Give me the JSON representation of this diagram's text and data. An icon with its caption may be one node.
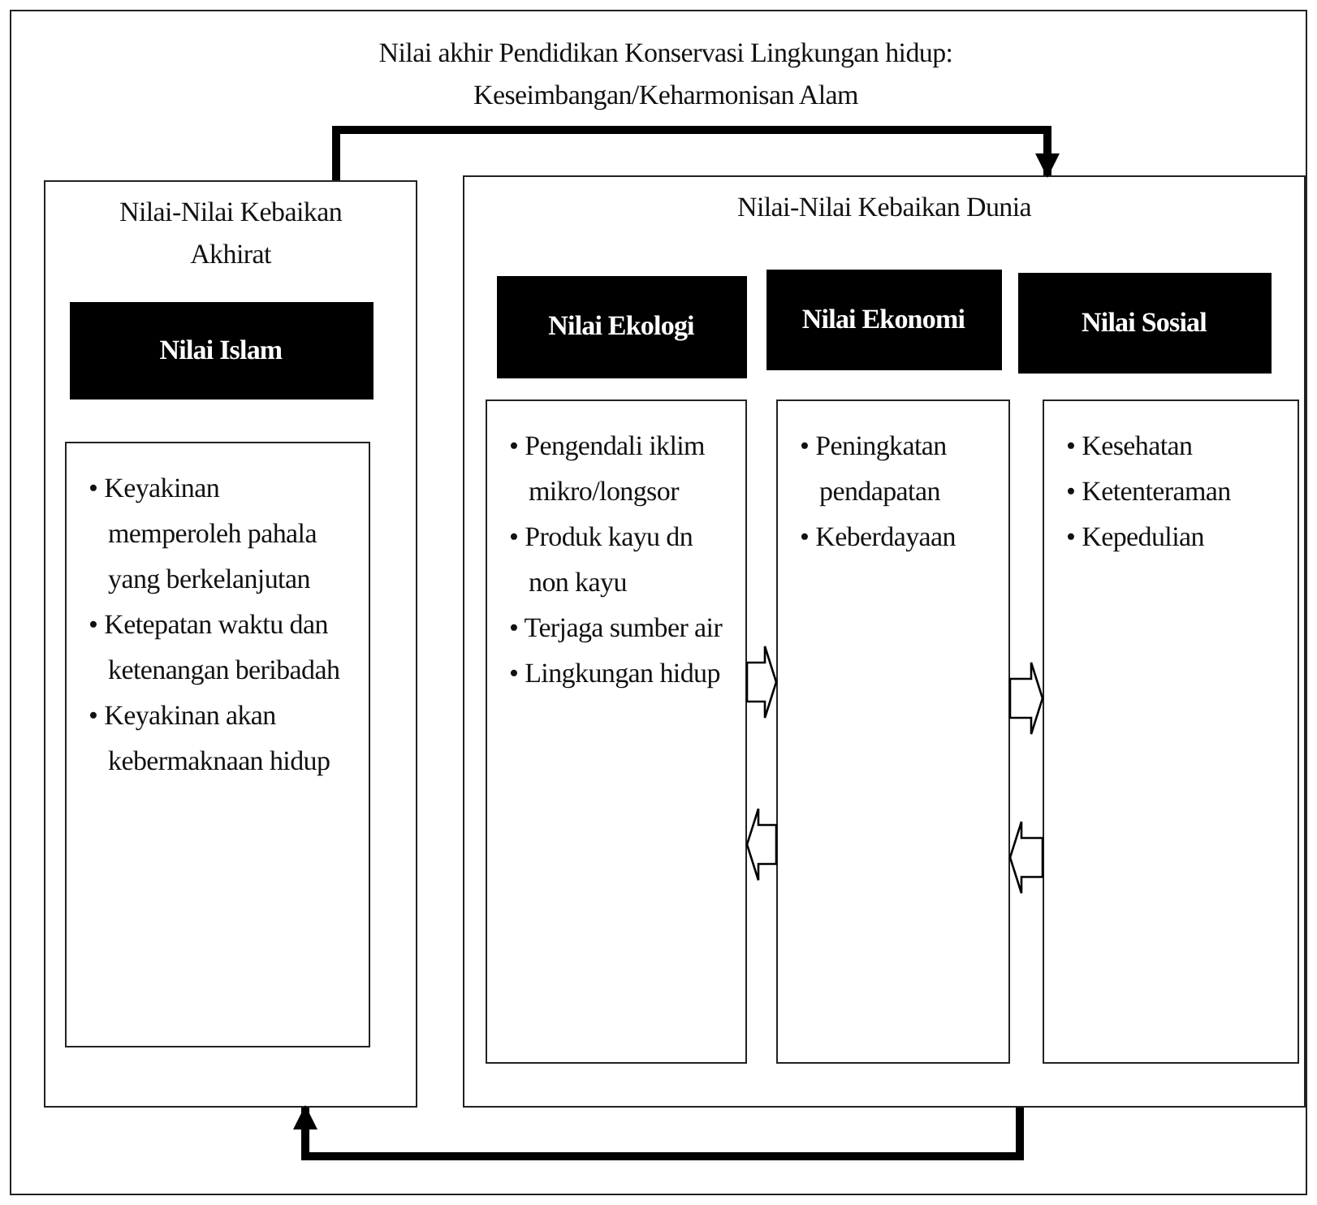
{
  "diagram": {
    "title": "Nilai akhir Pendidikan Konservasi Lingkungan hidup: Keseimbangan/Keharmonisan Alam",
    "nodes": [
      {
        "text": [
          "Nilai-Nilai Kebaikan Akhirat"
        ]
      },
      {
        "text": [
          "Nilai Islam"
        ],
        "in": 0
      },
      {
        "text": [
          "• Keyakinan memperoleh pahala yang berkelanjutan",
          "• Ketepatan waktu dan ketenangan beribadah",
          "• Keyakinan akan kebermaknaan hidup"
        ],
        "in": 0
      },
      {
        "text": [
          "Nilai-Nilai Kebaikan Dunia"
        ]
      },
      {
        "text": [
          "Nilai Ekologi"
        ],
        "in": 3
      },
      {
        "text": [
          "Nilai Ekonomi"
        ],
        "in": 3
      },
      {
        "text": [
          "Nilai Sosial"
        ],
        "in": 3
      },
      {
        "text": [
          "• Pengendali iklim mikro/longsor",
          "• Produk kayu dn non kayu",
          "• Terjaga sumber air",
          "• Lingkungan hidup"
        ],
        "in": 3
      },
      {
        "text": [
          "• Peningkatan pendapatan",
          "• Keberdayaan"
        ],
        "in": 3
      },
      {
        "text": [
          "• Kesehatan",
          "• Ketenteraman",
          "• Kepedulian"
        ],
        "in": 3
      }
    ],
    "edges": [
      {
        "from": 0,
        "to": 3,
        "arrow": "to"
      },
      {
        "from": 3,
        "to": 0,
        "arrow": "to"
      },
      {
        "from": 7,
        "to": 8,
        "arrow": "to"
      },
      {
        "from": 8,
        "to": 7,
        "arrow": "to"
      },
      {
        "from": 8,
        "to": 9,
        "arrow": "to"
      },
      {
        "from": 9,
        "to": 8,
        "arrow": "to"
      }
    ]
  }
}
